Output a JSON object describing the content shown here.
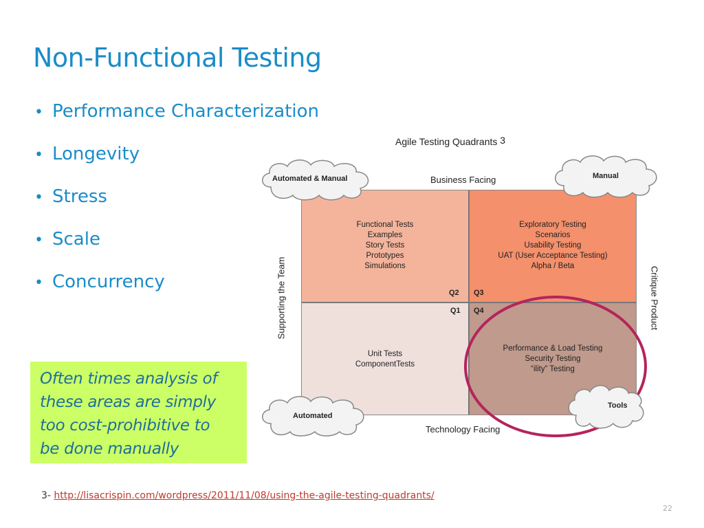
{
  "slide": {
    "title": "Non-Functional Testing",
    "page_number": "22"
  },
  "bullets": [
    "Performance Characterization",
    "Longevity",
    "Stress",
    "Scale",
    "Concurrency"
  ],
  "callout": {
    "lines": [
      "Often times analysis of",
      "these areas are simply",
      "too cost-prohibitive to",
      "be done manually"
    ],
    "background": "#ccff66"
  },
  "footnote": {
    "prefix": "3-",
    "link_text": "http://lisacrispin.com/wordpress/2011/11/08/using-the-agile-testing-quadrants/"
  },
  "diagram": {
    "title": "Agile Testing Quadrants",
    "title_superscript": "3",
    "top_label": "Business Facing",
    "bottom_label": "Technology Facing",
    "left_label": "Supporting the Team",
    "right_label": "Critique Product",
    "quadrants": {
      "q2": {
        "label": "Q2",
        "color": "#f4b49c",
        "items": [
          "Functional Tests",
          "Examples",
          "Story Tests",
          "Prototypes",
          "Simulations"
        ]
      },
      "q3": {
        "label": "Q3",
        "color": "#f4906c",
        "items": [
          "Exploratory Testing",
          "Scenarios",
          "Usability Testing",
          "UAT (User Acceptance Testing)",
          "Alpha / Beta"
        ]
      },
      "q1": {
        "label": "Q1",
        "color": "#efe0dc",
        "items": [
          "Unit Tests",
          "ComponentTests"
        ]
      },
      "q4": {
        "label": "Q4",
        "color": "#c09a8c",
        "items": [
          "Performance & Load Testing",
          "Security Testing",
          "“ility” Testing"
        ]
      }
    },
    "clouds": {
      "top_left": "Automated & Manual",
      "top_right": "Manual",
      "bottom_left": "Automated",
      "bottom_right": "Tools"
    },
    "highlight_color": "#b5245c"
  }
}
